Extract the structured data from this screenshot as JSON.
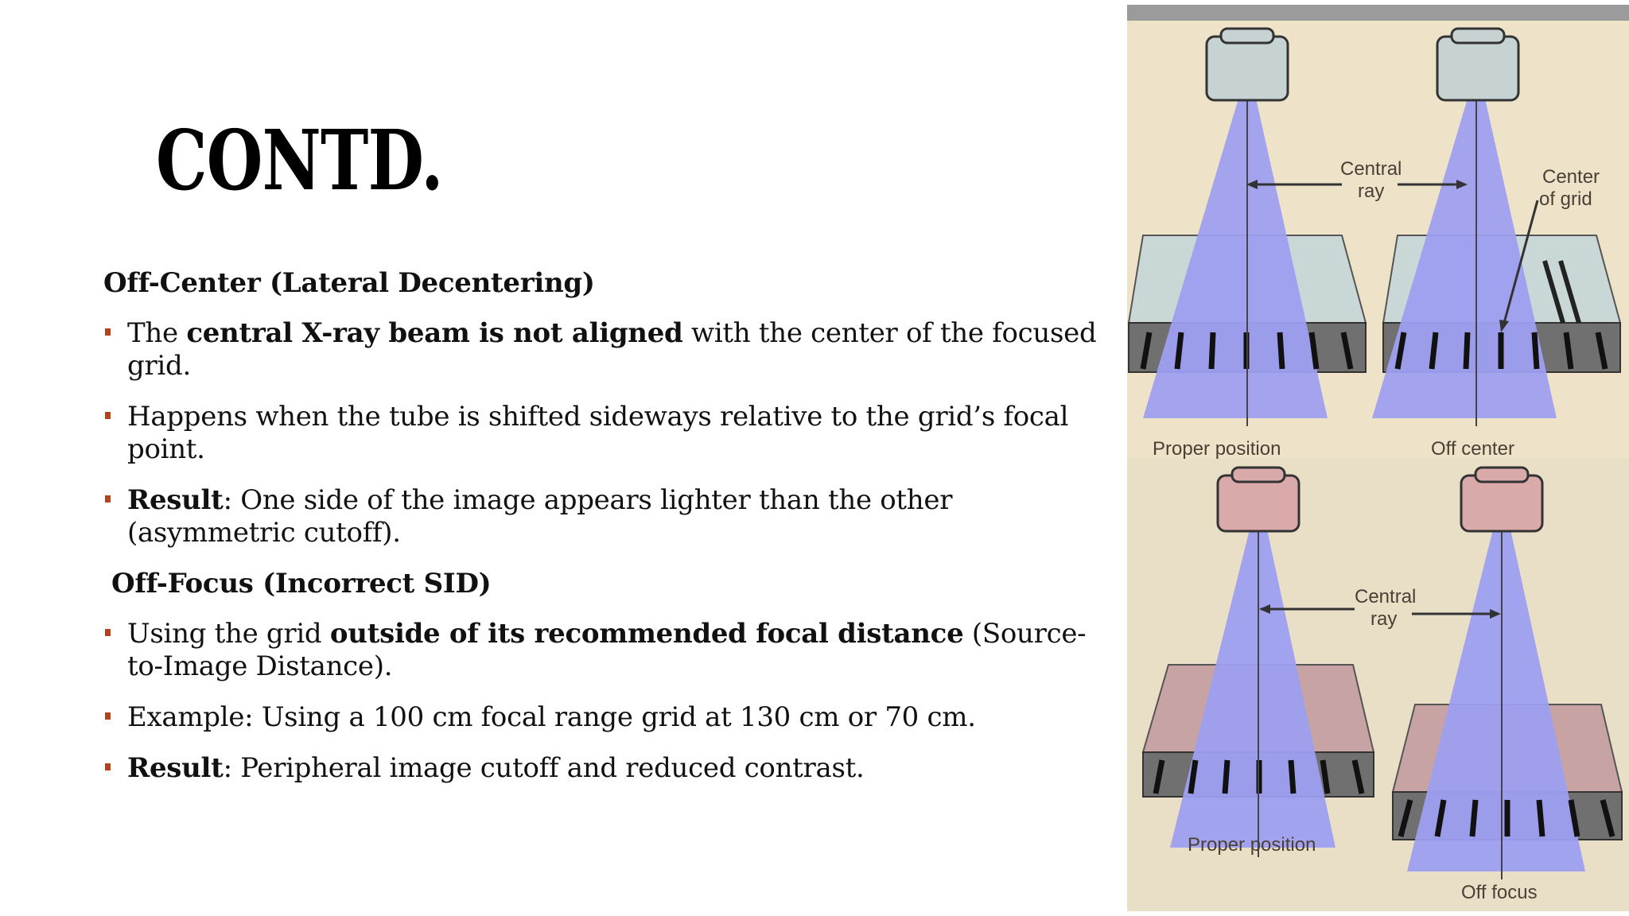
{
  "title": "CONTD.",
  "sections": [
    {
      "heading": "Off-Center (Lateral Decentering)",
      "bullets": [
        {
          "parts": [
            {
              "text": "The ",
              "bold": false
            },
            {
              "text": "central X-ray beam is not aligned",
              "bold": true
            },
            {
              "text": " with the center of the focused grid.",
              "bold": false
            }
          ]
        },
        {
          "parts": [
            {
              "text": "Happens when the tube is shifted sideways relative to the grid’s focal point.",
              "bold": false
            }
          ]
        },
        {
          "parts": [
            {
              "text": "Result",
              "bold": true
            },
            {
              "text": ": One side of the image appears lighter than the other (asymmetric cutoff).",
              "bold": false
            }
          ]
        }
      ]
    },
    {
      "heading": "Off-Focus (Incorrect SID)",
      "bullets": [
        {
          "parts": [
            {
              "text": "Using the grid ",
              "bold": false
            },
            {
              "text": "outside of its recommended focal distance",
              "bold": true
            },
            {
              "text": " (Source-to-Image Distance).",
              "bold": false
            }
          ]
        },
        {
          "parts": [
            {
              "text": "Example: Using a 100 cm focal range grid at 130 cm or 70 cm.",
              "bold": false
            }
          ]
        },
        {
          "parts": [
            {
              "text": "Result",
              "bold": true
            },
            {
              "text": ": Peripheral image cutoff and reduced contrast.",
              "bold": false
            }
          ]
        }
      ]
    }
  ],
  "figure": {
    "labels": {
      "central_ray_top": [
        "Central",
        "ray"
      ],
      "center_of_grid": [
        "Center",
        "of grid"
      ],
      "proper_position_top": "Proper position",
      "off_center": "Off center",
      "central_ray_bottom": [
        "Central",
        "ray"
      ],
      "proper_position_bottom": "Proper position",
      "off_focus": "Off focus"
    },
    "colors": {
      "beam": "#9e9ff0",
      "tube_top": "#c7d3d2",
      "tube_bottom": "#d9aaa9",
      "grid_top": "#c9d7d7",
      "grid_bottom": "#c7a4a3",
      "background": "#eee3c9",
      "bullet": "#b3431b"
    }
  }
}
